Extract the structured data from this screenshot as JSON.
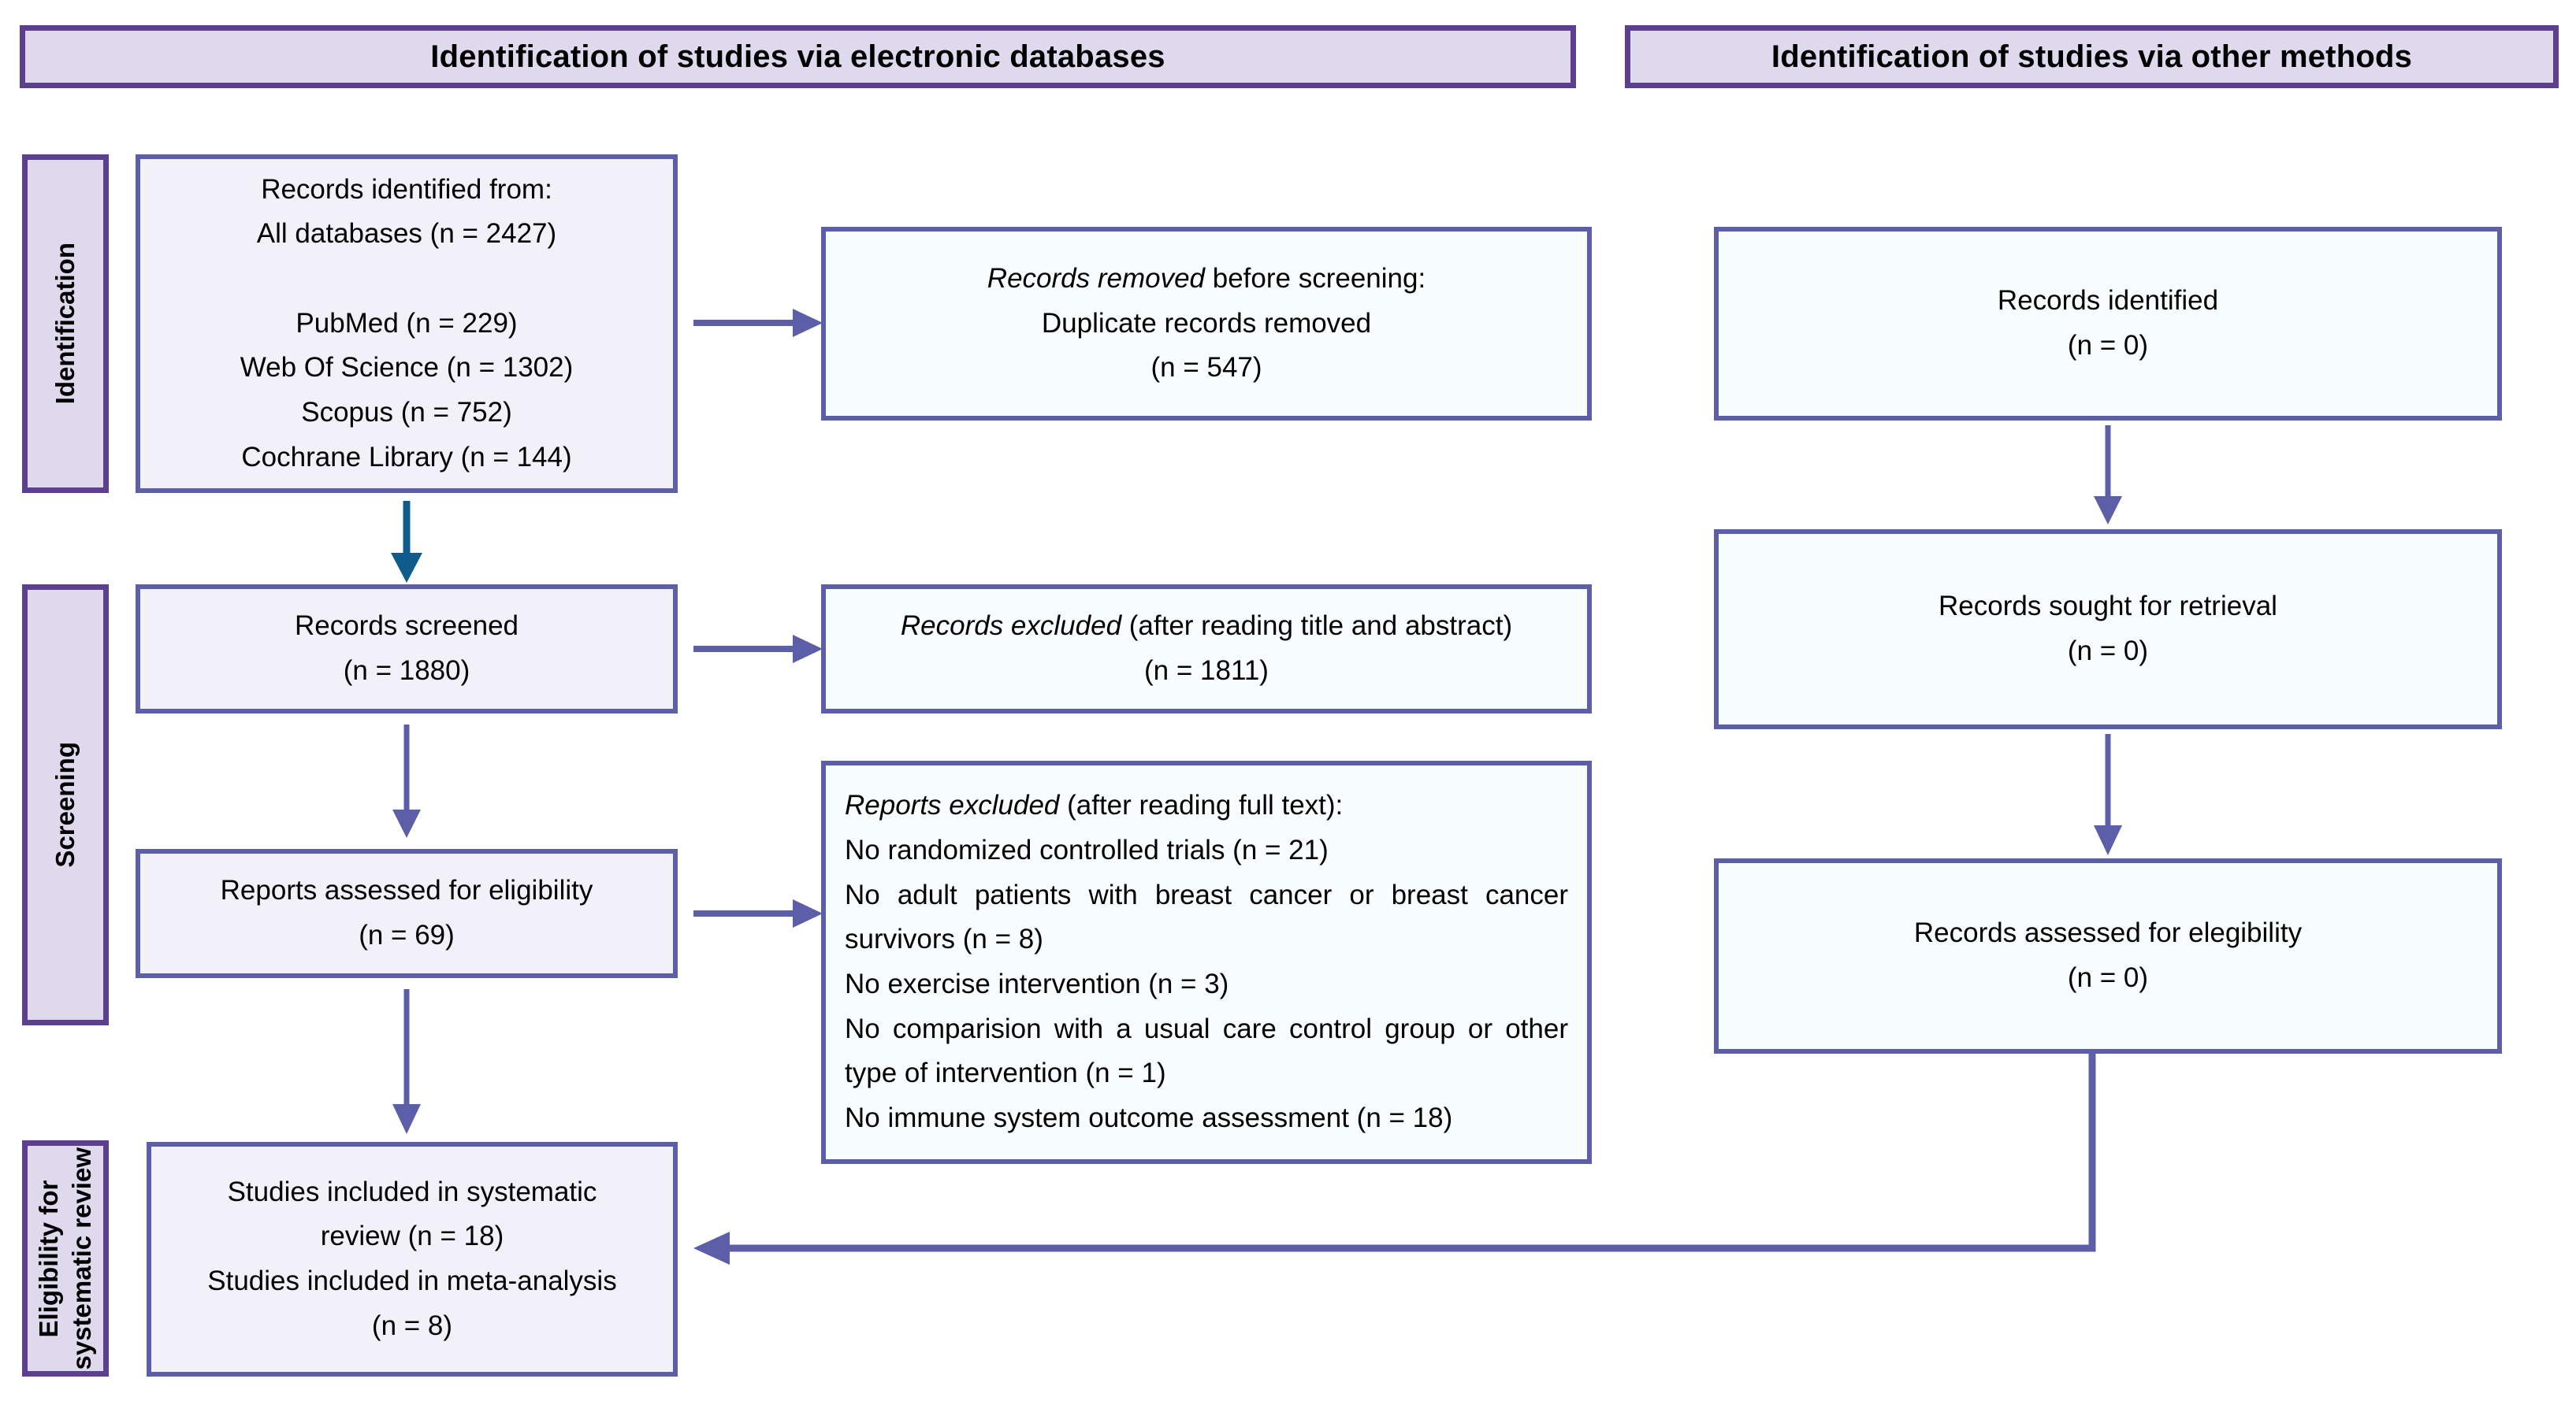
{
  "diagram": {
    "type": "prisma-flow-diagram",
    "colors": {
      "header_fill": "#ded9ec",
      "header_border": "#5d3f8f",
      "box_border": "#5c5fa8",
      "box_fill_left": "#f2f0f8",
      "box_fill_right": "#f7fcfd",
      "arrow_purple": "#5c5fa8",
      "arrow_teal": "#0f5c8c",
      "text": "#000000",
      "page_background": "#ffffff"
    }
  },
  "headers": {
    "left": "Identification of studies via electronic databases",
    "right": "Identification of studies via other methods"
  },
  "stages": [
    {
      "label": "Identification"
    },
    {
      "label": "Screening"
    },
    {
      "label": "Eligibility for\nsystematic review"
    }
  ],
  "left_column": {
    "records_identified": {
      "title": "Records identified from:",
      "all_databases": "All databases (n = 2427)",
      "sources": [
        "PubMed (n = 229)",
        "Web Of Science (n = 1302)",
        "Scopus (n = 752)",
        "Cochrane Library (n = 144)"
      ],
      "text": "Records identified from:\nAll databases (n = 2427)\n\nPubMed (n = 229)\nWeb Of Science (n = 1302)\nScopus (n = 752)\nCochrane Library (n = 144)"
    },
    "records_screened": {
      "label": "Records screened",
      "count": "(n = 1880)",
      "text": "Records screened\n(n = 1880)"
    },
    "reports_assessed": {
      "label": "Reports assessed for eligibility",
      "count": "(n = 69)",
      "text": "Reports assessed for eligibility\n(n = 69)"
    },
    "studies_included": {
      "line1": "Studies included in systematic",
      "line2": "review (n = 18)",
      "line3": "Studies included in meta-analysis",
      "line4": "(n = 8)",
      "text": "Studies included in systematic\nreview (n = 18)\nStudies included in meta-analysis\n(n = 8)"
    }
  },
  "exclusion_column": {
    "records_removed": {
      "emphasis": "Records removed",
      "rest": " before screening:",
      "detail": "Duplicate records removed",
      "count": "(n = 547)",
      "body": "\nDuplicate records removed\n(n = 547)"
    },
    "records_excluded": {
      "emphasis": "Records excluded",
      "rest": " (after reading title and abstract)",
      "count": "(n = 1811)",
      "body": "\n(n = 1811)"
    },
    "reports_excluded": {
      "emphasis": "Reports excluded",
      "rest": " (after reading full text):",
      "reasons": [
        "No randomized controlled trials (n = 21)",
        "No adult patients with breast cancer or breast cancer survivors (n = 8)",
        "No exercise intervention (n = 3)",
        "No comparision with a usual care control group or other type of intervention (n = 1)",
        "No immune system outcome assessment (n = 18)"
      ],
      "body": "\nNo randomized controlled trials (n = 21)\nNo adult patients with breast cancer or breast cancer survivors (n = 8)\nNo exercise intervention (n = 3)\nNo comparision with a usual care control group or other type of intervention (n = 1)\nNo immune system outcome assessment (n = 18)"
    }
  },
  "right_column": {
    "records_identified": {
      "label": "Records identified",
      "count": "(n = 0)",
      "text": "Records identified\n(n = 0)"
    },
    "records_sought": {
      "label": "Records sought for retrieval",
      "count": "(n = 0)",
      "text": "Records sought for retrieval\n(n = 0)"
    },
    "records_assessed": {
      "label": "Records assessed for elegibility",
      "count": "(n = 0)",
      "text": "Records assessed for elegibility\n(n = 0)"
    }
  }
}
